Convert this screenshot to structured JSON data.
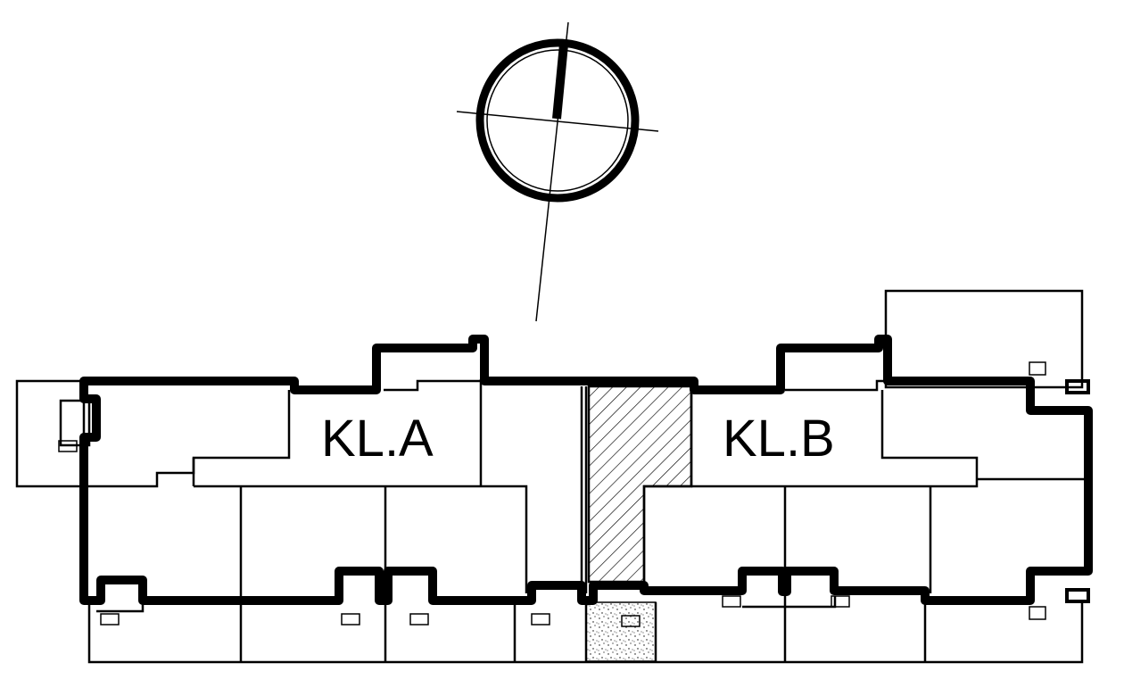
{
  "plan": {
    "blocks": [
      {
        "id": "a",
        "label": "KL.A"
      },
      {
        "id": "b",
        "label": "KL.B"
      }
    ],
    "north_arrow": {
      "symbol": "north-arrow"
    },
    "hatched_area": {
      "pattern": "diagonal-hatch"
    },
    "stipple_area": {
      "pattern": "stipple"
    }
  }
}
